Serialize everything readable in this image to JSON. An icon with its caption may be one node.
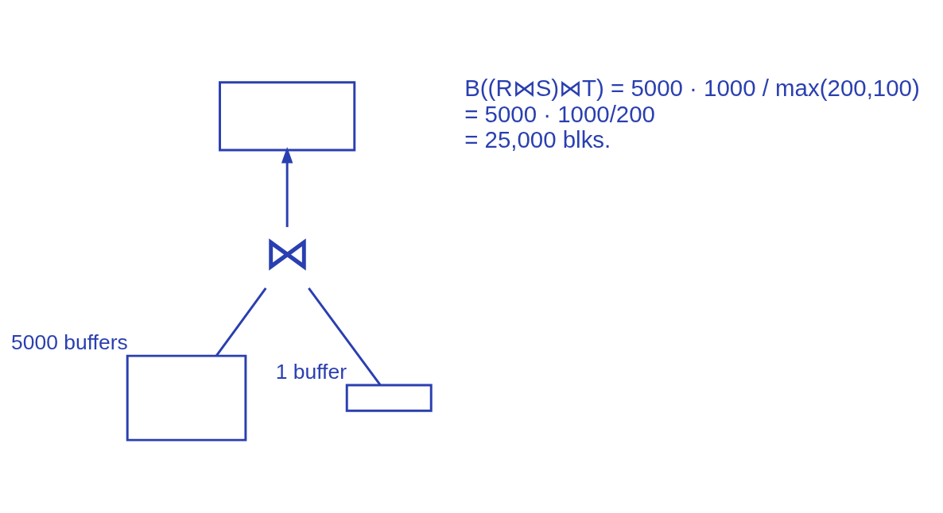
{
  "diagram": {
    "nodes": [
      {
        "text": [],
        "shape": "box"
      },
      {
        "text": [
          "⋈"
        ]
      },
      {
        "text": [],
        "shape": "box",
        "beside": [
          "5000 buffers"
        ]
      },
      {
        "text": [],
        "shape": "box",
        "beside": [
          "1 buffer"
        ]
      }
    ],
    "edges": [
      {
        "from": 1,
        "to": 0,
        "arrow": "to"
      },
      {
        "from": 1,
        "to": 2,
        "arrow": "none"
      },
      {
        "from": 1,
        "to": 3,
        "arrow": "none"
      }
    ],
    "labels": [
      "B((R⋈S)⋈T) = 5000 · 1000 / max(200,100)",
      "= 5000 · 1000/200",
      "= 25,000 blks."
    ]
  }
}
